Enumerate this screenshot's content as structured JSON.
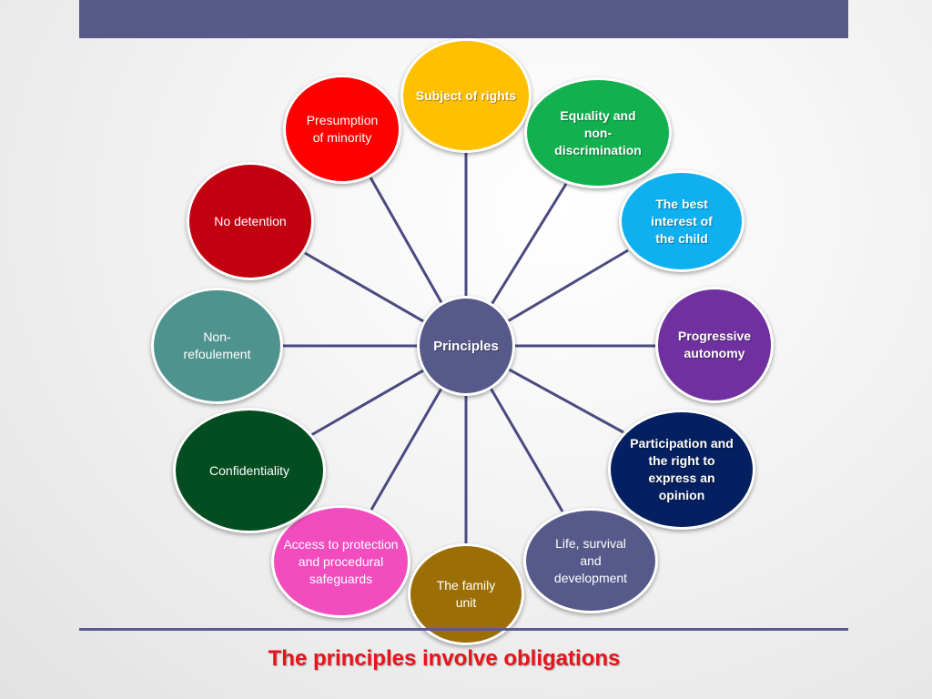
{
  "diagram": {
    "hub": {
      "label": "Principles",
      "color": "#57598a"
    },
    "nodes": [
      {
        "label": "Subject of rights",
        "color": "#fec000"
      },
      {
        "label": "Equality and non-discrimination",
        "color": "#12b04f"
      },
      {
        "label": "The best interest of the child",
        "color": "#0fb0ef"
      },
      {
        "label": "Progressive autonomy",
        "color": "#7030a0"
      },
      {
        "label": "Participation and the right to express an opinion",
        "color": "#052060"
      },
      {
        "label": "Life, survival and development",
        "color": "#57598a"
      },
      {
        "label": "The family unit",
        "color": "#9b6f06"
      },
      {
        "label": "Access to protection and procedural safeguards",
        "color": "#f24cbe"
      },
      {
        "label": "Confidentiality",
        "color": "#044d20"
      },
      {
        "label": "Non-refoulement",
        "color": "#4f938f"
      },
      {
        "label": "No detention",
        "color": "#c20010"
      },
      {
        "label": "Presumption of minority",
        "color": "#ff0000"
      }
    ]
  },
  "caption": "The principles involve obligations",
  "colors": {
    "top_bar": "#575987",
    "spoke": "#4a4a80",
    "caption": "#e8141b"
  }
}
